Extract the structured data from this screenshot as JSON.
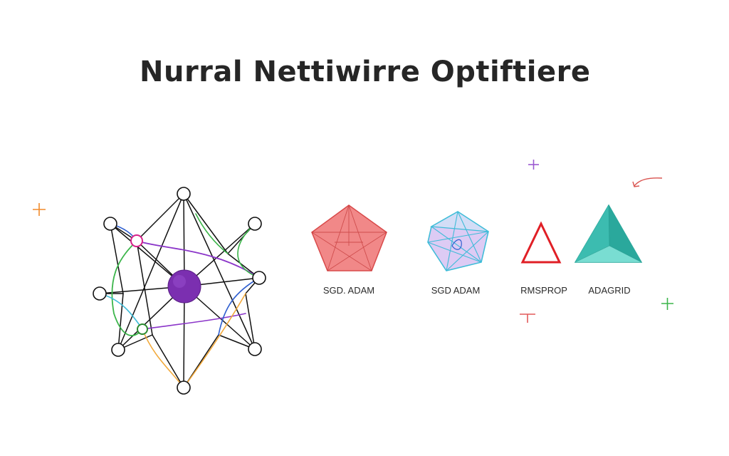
{
  "title": "Nurral Nettiwirre Optiftiere",
  "colors": {
    "hub": "#7b2fb0",
    "sgd_adam_1": "#ef6b6b",
    "sgd_adam_2": "#3fbcd8",
    "rmsprop": "#e01f26",
    "adagrid": "#2ab3a6",
    "edge": "#111111",
    "accent_purple": "#8b35c9",
    "accent_green": "#3bb54a",
    "accent_orange": "#f28a2b",
    "accent_blue": "#2f5fd0",
    "accent_pink": "#d6208a"
  },
  "optimizers": [
    {
      "label": "SGD. ADAM",
      "icon": "pentagon-icon"
    },
    {
      "label": "SGD ADAM",
      "icon": "polyhedron-icon"
    },
    {
      "label": "RMSPROP",
      "icon": "triangle-icon"
    },
    {
      "label": "ADAGRID",
      "icon": "tetrahedron-icon"
    }
  ],
  "decorations": [
    {
      "icon": "plus-icon",
      "color": "#f28a2b"
    },
    {
      "icon": "plus-icon",
      "color": "#9b59d0"
    },
    {
      "icon": "plus-icon",
      "color": "#3bb54a"
    },
    {
      "icon": "tee-icon",
      "color": "#e25a5a"
    },
    {
      "icon": "curved-arrow-icon",
      "color": "#d9534f"
    }
  ]
}
